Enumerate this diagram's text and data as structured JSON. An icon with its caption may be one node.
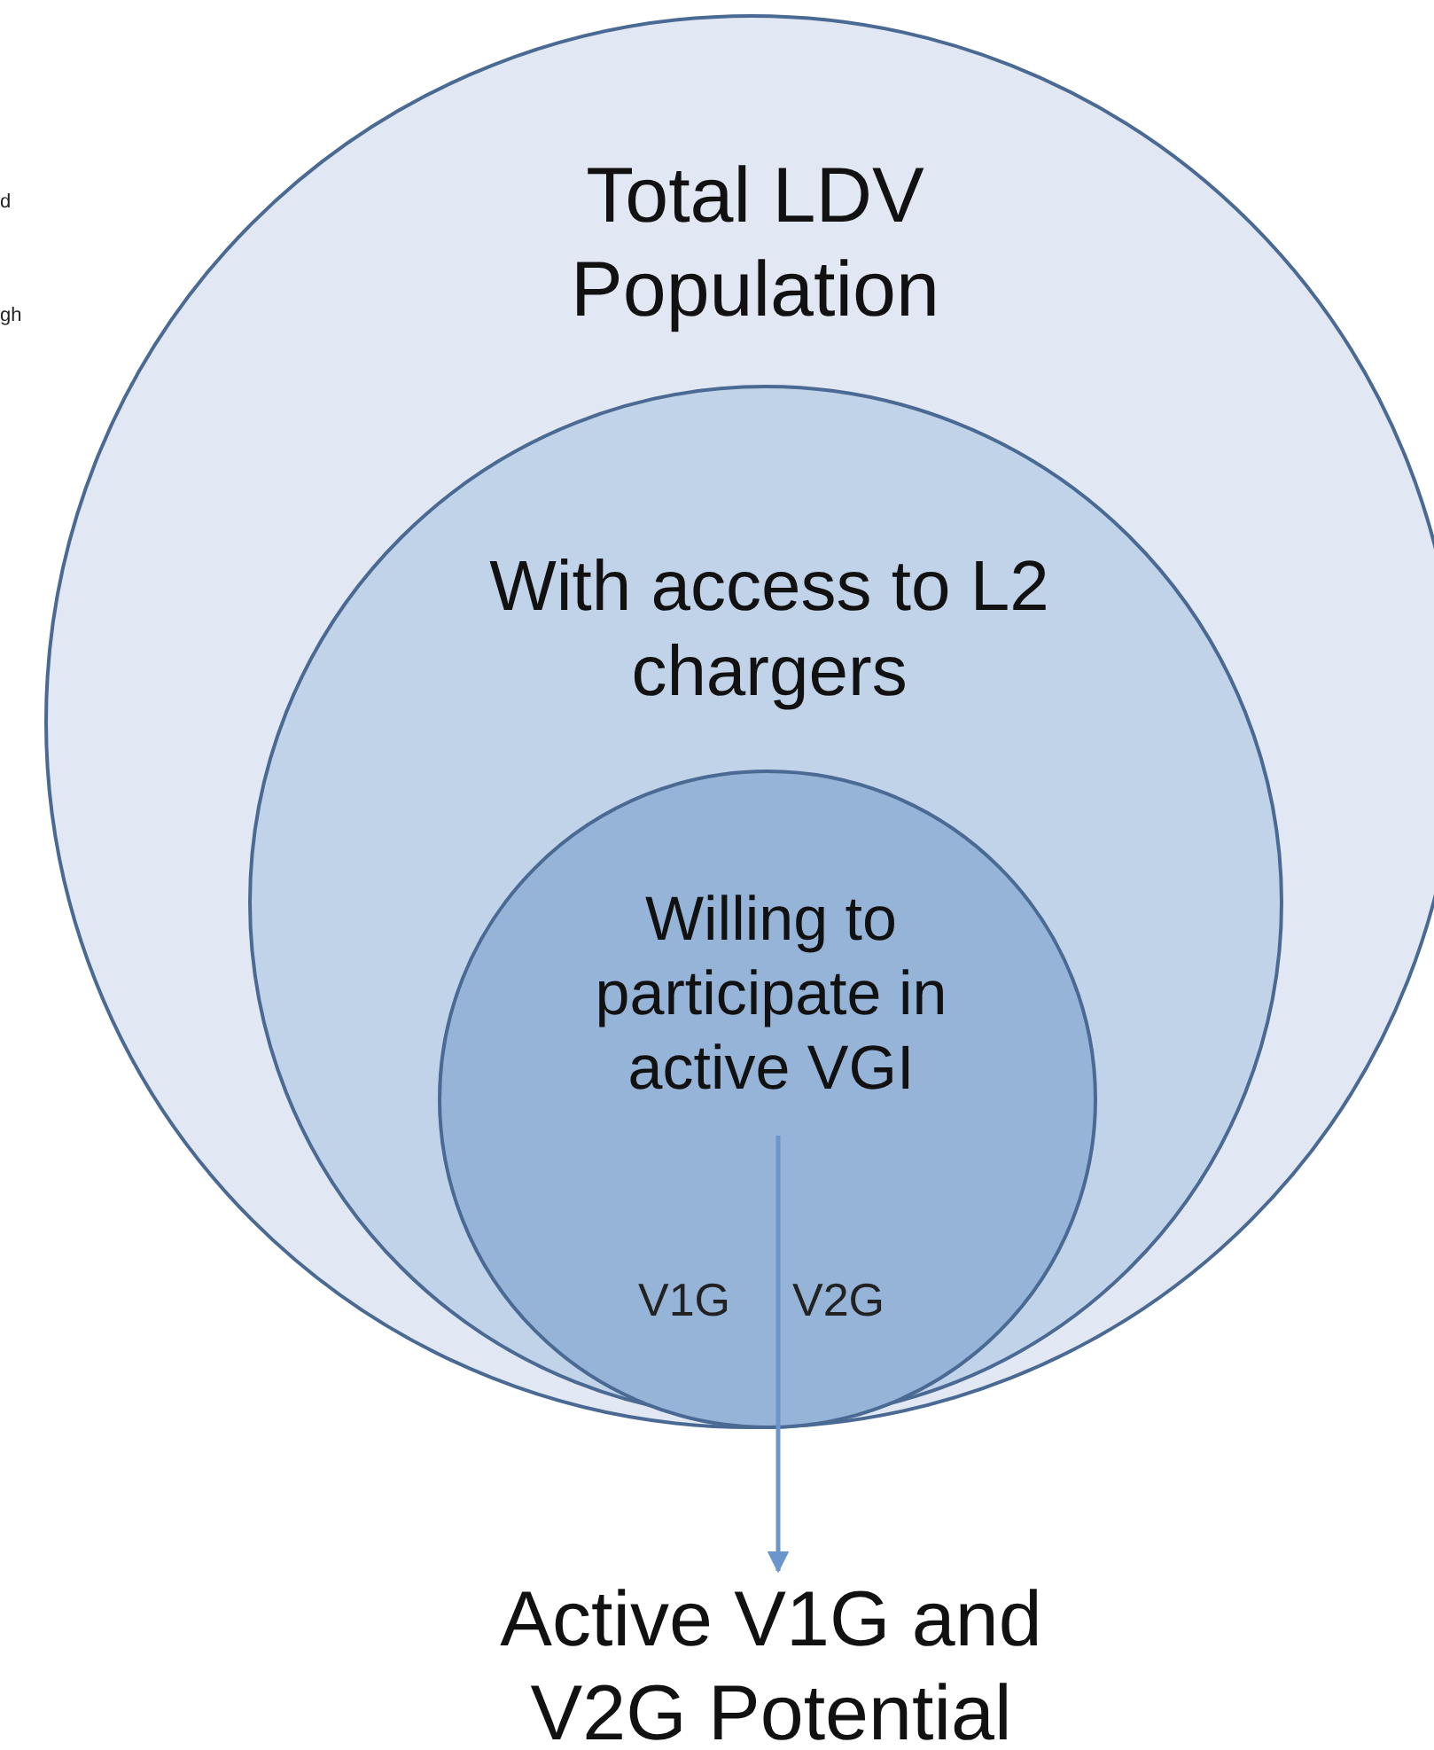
{
  "diagram": {
    "nodes": [
      {
        "text": [
          "Total LDV Population"
        ]
      },
      {
        "text": [
          "With access to L2 chargers"
        ],
        "in": 0
      },
      {
        "text": [
          "Willing to participate in active VGI"
        ],
        "in": 1
      },
      {
        "text": [
          "Active V1G and V2G Potential"
        ]
      }
    ],
    "edges": [
      {
        "from": 2,
        "to": 3,
        "arrow": "to"
      }
    ],
    "labels": [
      "d",
      "gh",
      "V1G",
      "V2G"
    ]
  }
}
